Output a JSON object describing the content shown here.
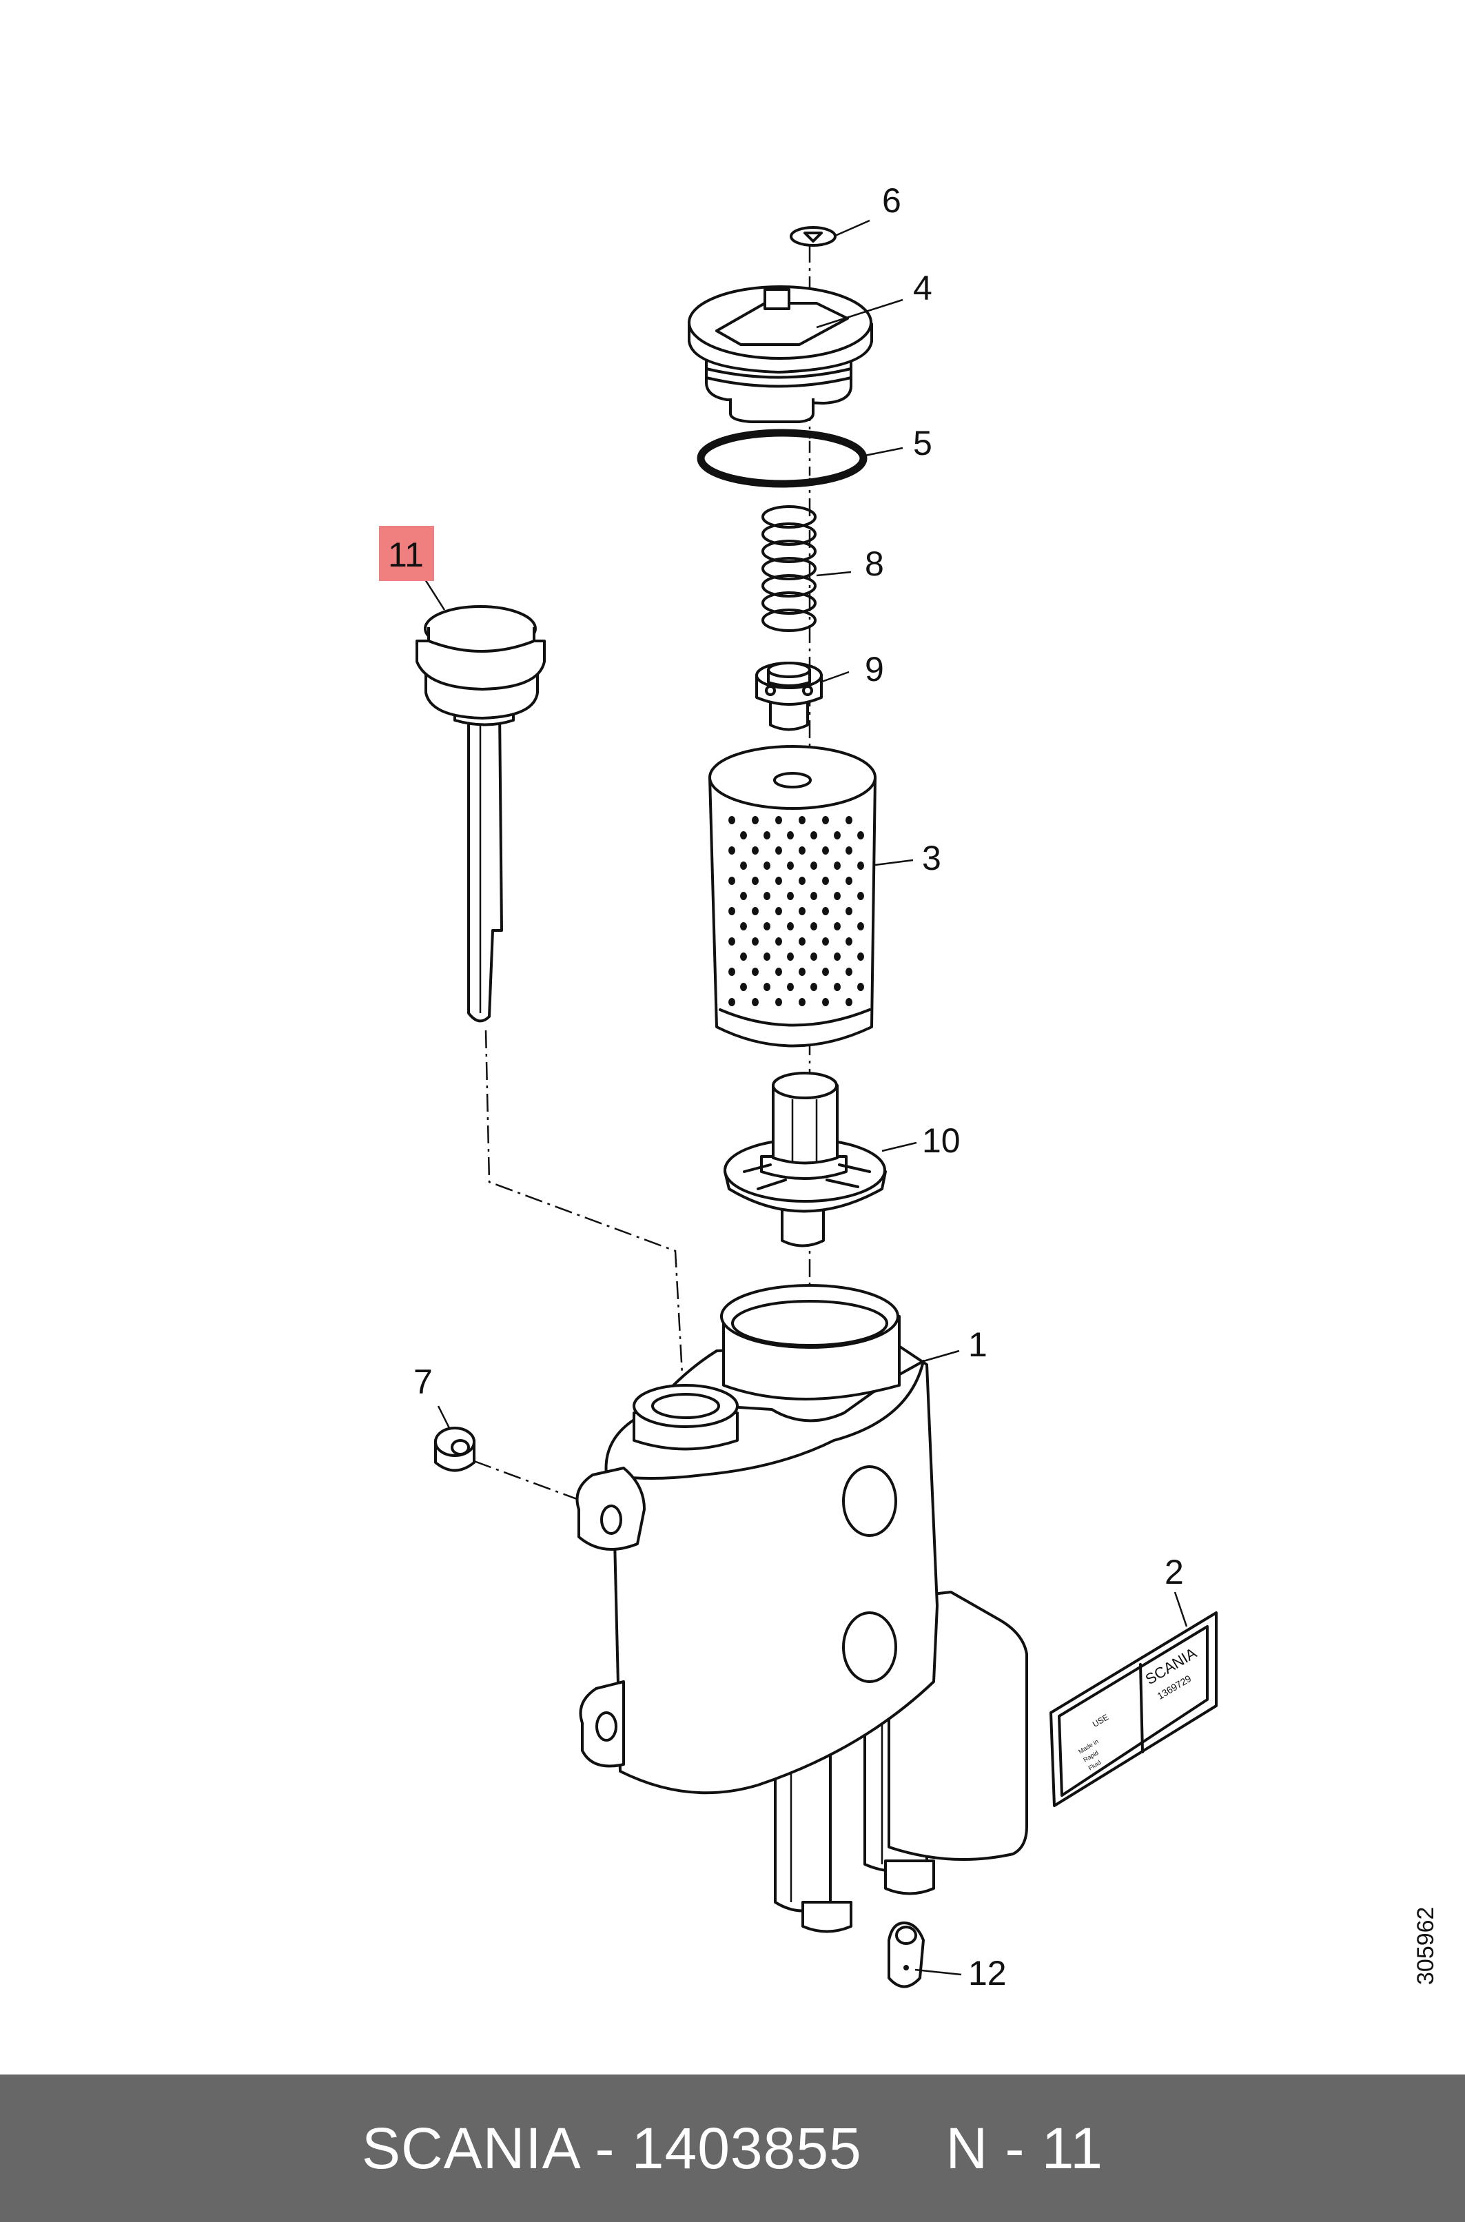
{
  "diagram": {
    "callouts": {
      "c1": "1",
      "c2": "2",
      "c3": "3",
      "c4": "4",
      "c5": "5",
      "c6": "6",
      "c7": "7",
      "c8": "8",
      "c9": "9",
      "c10": "10",
      "c11": "11",
      "c12": "12"
    },
    "highlight_color": "#f08080",
    "highlighted_part": "11",
    "decal": {
      "brand": "SCANIA",
      "part_number": "1369729",
      "small_text_1": "USE",
      "small_text_2": "Made in",
      "small_text_3": "Rapid",
      "small_text_4": "Fluid"
    },
    "ref_code": "305962"
  },
  "footer": {
    "text": "SCANIA - 1403855     N - 11",
    "background": "#676767"
  }
}
